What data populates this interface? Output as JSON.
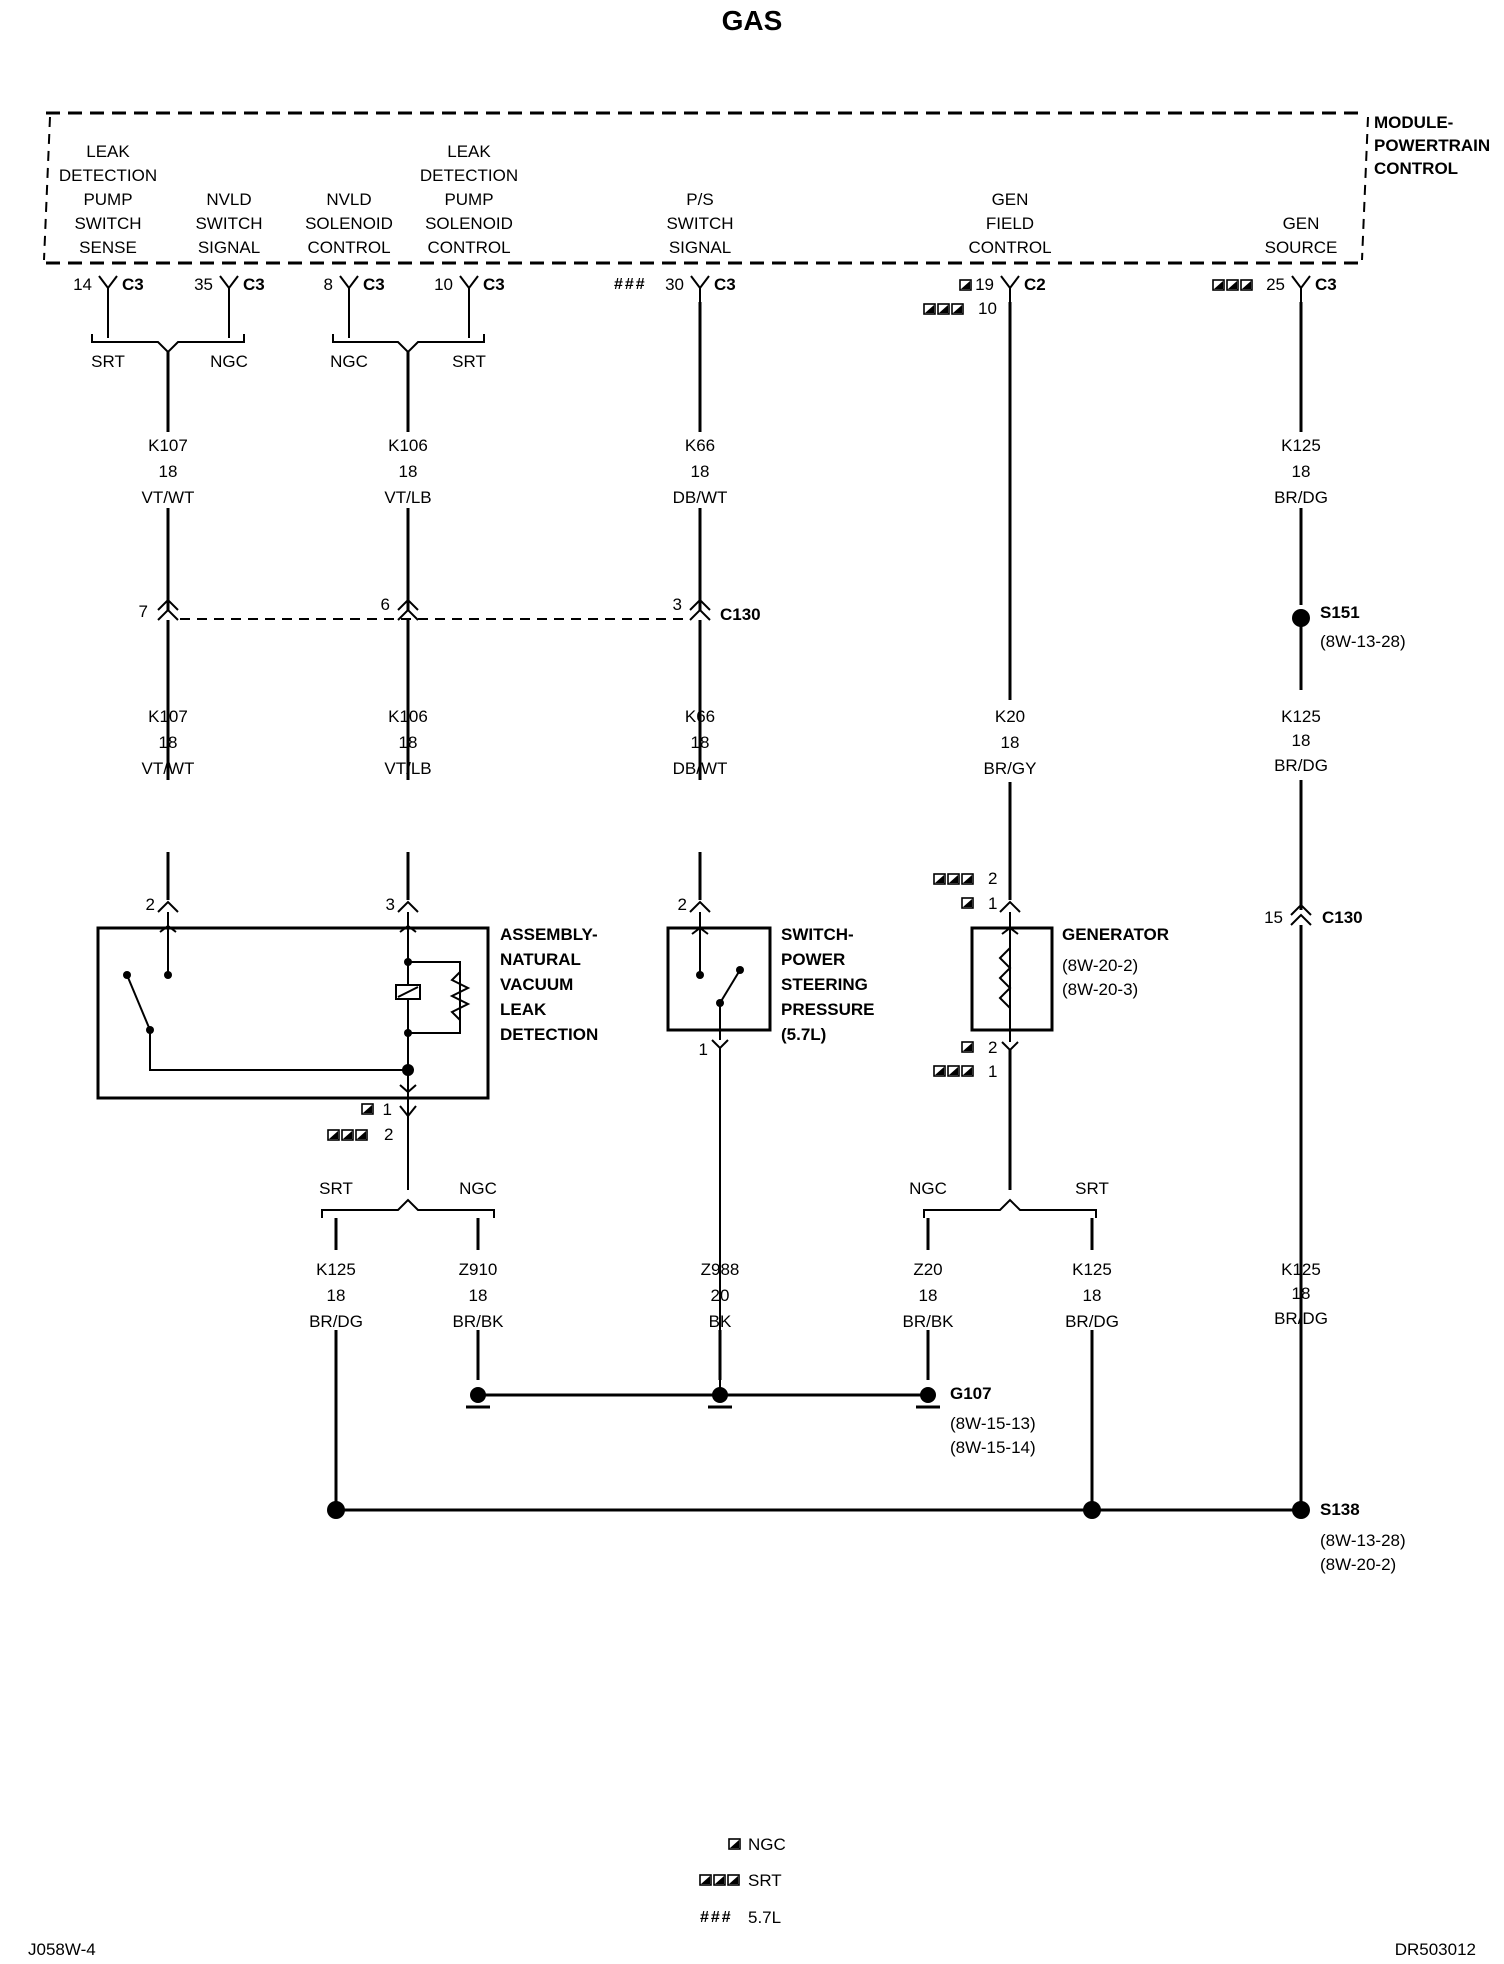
{
  "title": "GAS",
  "module": {
    "line1": "MODULE-",
    "line2": "POWERTRAIN",
    "line3": "CONTROL"
  },
  "pcm_functions": [
    {
      "lines": [
        "LEAK",
        "DETECTION",
        "PUMP",
        "SWITCH",
        "SENSE"
      ]
    },
    {
      "lines": [
        "NVLD",
        "SWITCH",
        "SIGNAL"
      ]
    },
    {
      "lines": [
        "NVLD",
        "SOLENOID",
        "CONTROL"
      ]
    },
    {
      "lines": [
        "LEAK",
        "DETECTION",
        "PUMP",
        "SOLENOID",
        "CONTROL"
      ]
    },
    {
      "lines": [
        "P/S",
        "SWITCH",
        "SIGNAL"
      ]
    },
    {
      "lines": [
        "GEN",
        "FIELD",
        "CONTROL"
      ]
    },
    {
      "lines": [
        "GEN",
        "SOURCE"
      ]
    }
  ],
  "pins": [
    {
      "pin": "14",
      "conn": "C3"
    },
    {
      "pin": "35",
      "conn": "C3"
    },
    {
      "pin": "8",
      "conn": "C3"
    },
    {
      "pin": "10",
      "conn": "C3"
    },
    {
      "pin": "30",
      "conn": "C3"
    },
    {
      "pin": "19",
      "conn": "C2",
      "alt_pin": "10"
    },
    {
      "pin": "25",
      "conn": "C3"
    }
  ],
  "splits": {
    "srt": "SRT",
    "ngc": "NGC"
  },
  "wires_upper": [
    {
      "id": "K107",
      "gauge": "18",
      "color": "VT/WT"
    },
    {
      "id": "K106",
      "gauge": "18",
      "color": "VT/LB"
    },
    {
      "id": "K66",
      "gauge": "18",
      "color": "DB/WT"
    },
    {
      "id": "K125",
      "gauge": "18",
      "color": "BR/DG"
    }
  ],
  "c130": {
    "name": "C130",
    "pins": [
      "7",
      "6",
      "3",
      "15"
    ]
  },
  "s151": {
    "name": "S151",
    "ref": "(8W-13-28)"
  },
  "wires_middle": [
    {
      "id": "K107",
      "gauge": "18",
      "color": "VT/WT"
    },
    {
      "id": "K106",
      "gauge": "18",
      "color": "VT/LB"
    },
    {
      "id": "K66",
      "gauge": "18",
      "color": "DB/WT"
    },
    {
      "id": "K20",
      "gauge": "18",
      "color": "BR/GY"
    },
    {
      "id": "K125",
      "gauge": "18",
      "color": "BR/DG"
    }
  ],
  "nvld": {
    "lines": [
      "ASSEMBLY-",
      "NATURAL",
      "VACUUM",
      "LEAK",
      "DETECTION"
    ],
    "pin_a": "2",
    "pin_b": "3",
    "pin_ngc": "1",
    "pin_srt": "2"
  },
  "ps_switch": {
    "lines": [
      "SWITCH-",
      "POWER",
      "STEERING",
      "PRESSURE",
      "(5.7L)"
    ],
    "pin_top": "2",
    "pin_bottom": "1"
  },
  "generator": {
    "name": "GENERATOR",
    "refs": [
      "(8W-20-2)",
      "(8W-20-3)"
    ],
    "top_srt": "2",
    "top_ngc": "1",
    "bottom_ngc": "2",
    "bottom_srt": "1"
  },
  "wires_lower": [
    {
      "id": "K125",
      "gauge": "18",
      "color": "BR/DG"
    },
    {
      "id": "Z910",
      "gauge": "18",
      "color": "BR/BK"
    },
    {
      "id": "Z988",
      "gauge": "20",
      "color": "BK"
    },
    {
      "id": "Z20",
      "gauge": "18",
      "color": "BR/BK"
    },
    {
      "id": "K125",
      "gauge": "18",
      "color": "BR/DG"
    },
    {
      "id": "K125",
      "gauge": "18",
      "color": "BR/DG"
    }
  ],
  "g107": {
    "name": "G107",
    "refs": [
      "(8W-15-13)",
      "(8W-15-14)"
    ]
  },
  "s138": {
    "name": "S138",
    "refs": [
      "(8W-13-28)",
      "(8W-20-2)"
    ]
  },
  "legend": [
    {
      "symbol": "ngc-symbol",
      "label": "NGC"
    },
    {
      "symbol": "srt-symbol",
      "label": "SRT"
    },
    {
      "symbol": "57l-symbol",
      "label": "5.7L"
    }
  ],
  "footer": {
    "left": "J058W-4",
    "right": "DR503012"
  }
}
